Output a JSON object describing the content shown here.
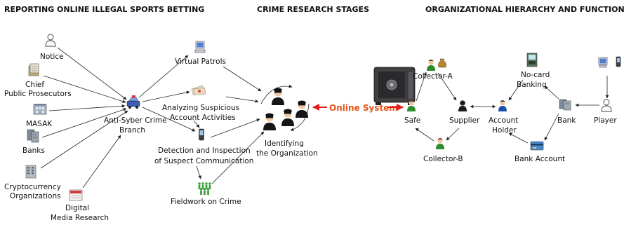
{
  "headers": {
    "left": "REPORTING ONLINE ILLEGAL SPORTS BETTING",
    "middle": "CRIME RESEARCH STAGES",
    "right": "ORGANIZATIONAL HIERARCHY AND FUNCTION"
  },
  "sources": {
    "notice": "Notice",
    "chief_line1": "Chief",
    "chief_line2": "Public Prosecutors",
    "masak": "MASAK",
    "banks": "Banks",
    "crypto_line1": "Cryptocurrency",
    "crypto_line2": "Organizations",
    "digital_line1": "Digital",
    "digital_line2": "Media Research"
  },
  "branch_line1": "Anti-Syber Crime",
  "branch_line2": "Branch",
  "stages": {
    "virtual_patrols": "Virtual Patrols",
    "analyzing_line1": "Analyzing Suspicious",
    "analyzing_line2": "Account Activities",
    "detection_line1": "Detection and Inspection",
    "detection_line2": "of Suspect Communication",
    "fieldwork": "Fieldwork on Crime"
  },
  "identifying_line1": "Identifying",
  "identifying_line2": "the Organization",
  "online_system": "Online System",
  "hierarchy": {
    "collector_a": "Collector-A",
    "collector_b": "Collector-B",
    "safe": "Safe",
    "supplier": "Supplier",
    "account_holder_line1": "Account",
    "account_holder_line2": "Holder",
    "nocard_line1": "No-card",
    "nocard_line2": "Banking",
    "bank": "Bank",
    "bank_account": "Bank Account",
    "player": "Player"
  },
  "colors": {
    "online_system": "#e8541a",
    "person_green": "#2e8b2e",
    "person_dark": "#222222",
    "person_blue": "#1f4fa8"
  },
  "icons": [
    "person-outline-icon",
    "document-pile-icon",
    "building-icon",
    "server-icon",
    "newspaper-icon",
    "police-car-icon",
    "computer-icon",
    "money-bill-icon",
    "mobile-phone-icon",
    "crowd-icon",
    "safe-icon",
    "person-icon",
    "money-bag-icon",
    "atm-icon",
    "bank-card-icon"
  ]
}
